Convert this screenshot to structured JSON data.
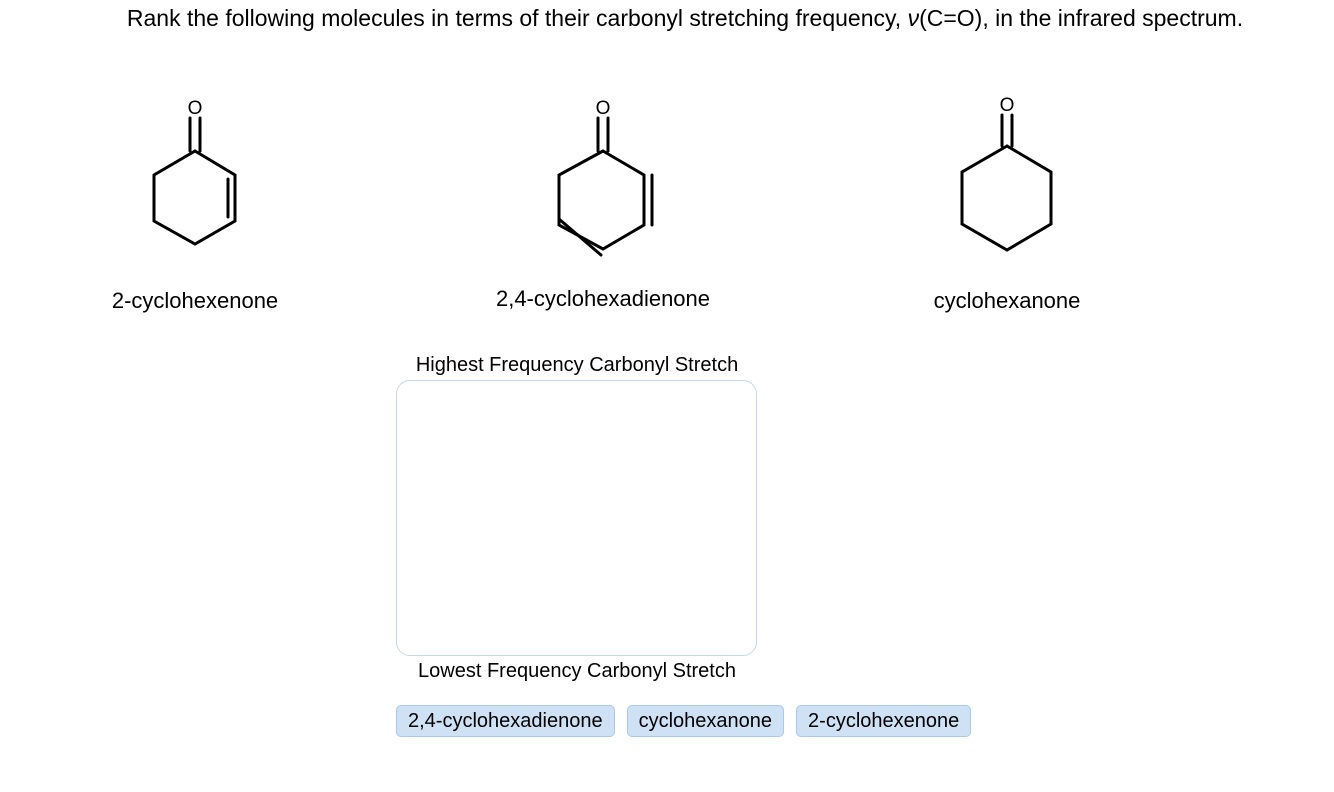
{
  "question": {
    "prefix": "Rank the following molecules in terms of their carbonyl stretching frequency, ",
    "nu": "ν",
    "suffix": "(C=O), in the infrared spectrum."
  },
  "molecules": [
    {
      "name": "2-cyclohexenone",
      "oxygen": "O"
    },
    {
      "name": "2,4-cyclohexadienone",
      "oxygen": "O"
    },
    {
      "name": "cyclohexanone",
      "oxygen": "O"
    }
  ],
  "ranking": {
    "top_label": "Highest Frequency Carbonyl Stretch",
    "bottom_label": "Lowest Frequency Carbonyl Stretch"
  },
  "choices": [
    "2,4-cyclohexadienone",
    "cyclohexanone",
    "2-cyclohexenone"
  ]
}
